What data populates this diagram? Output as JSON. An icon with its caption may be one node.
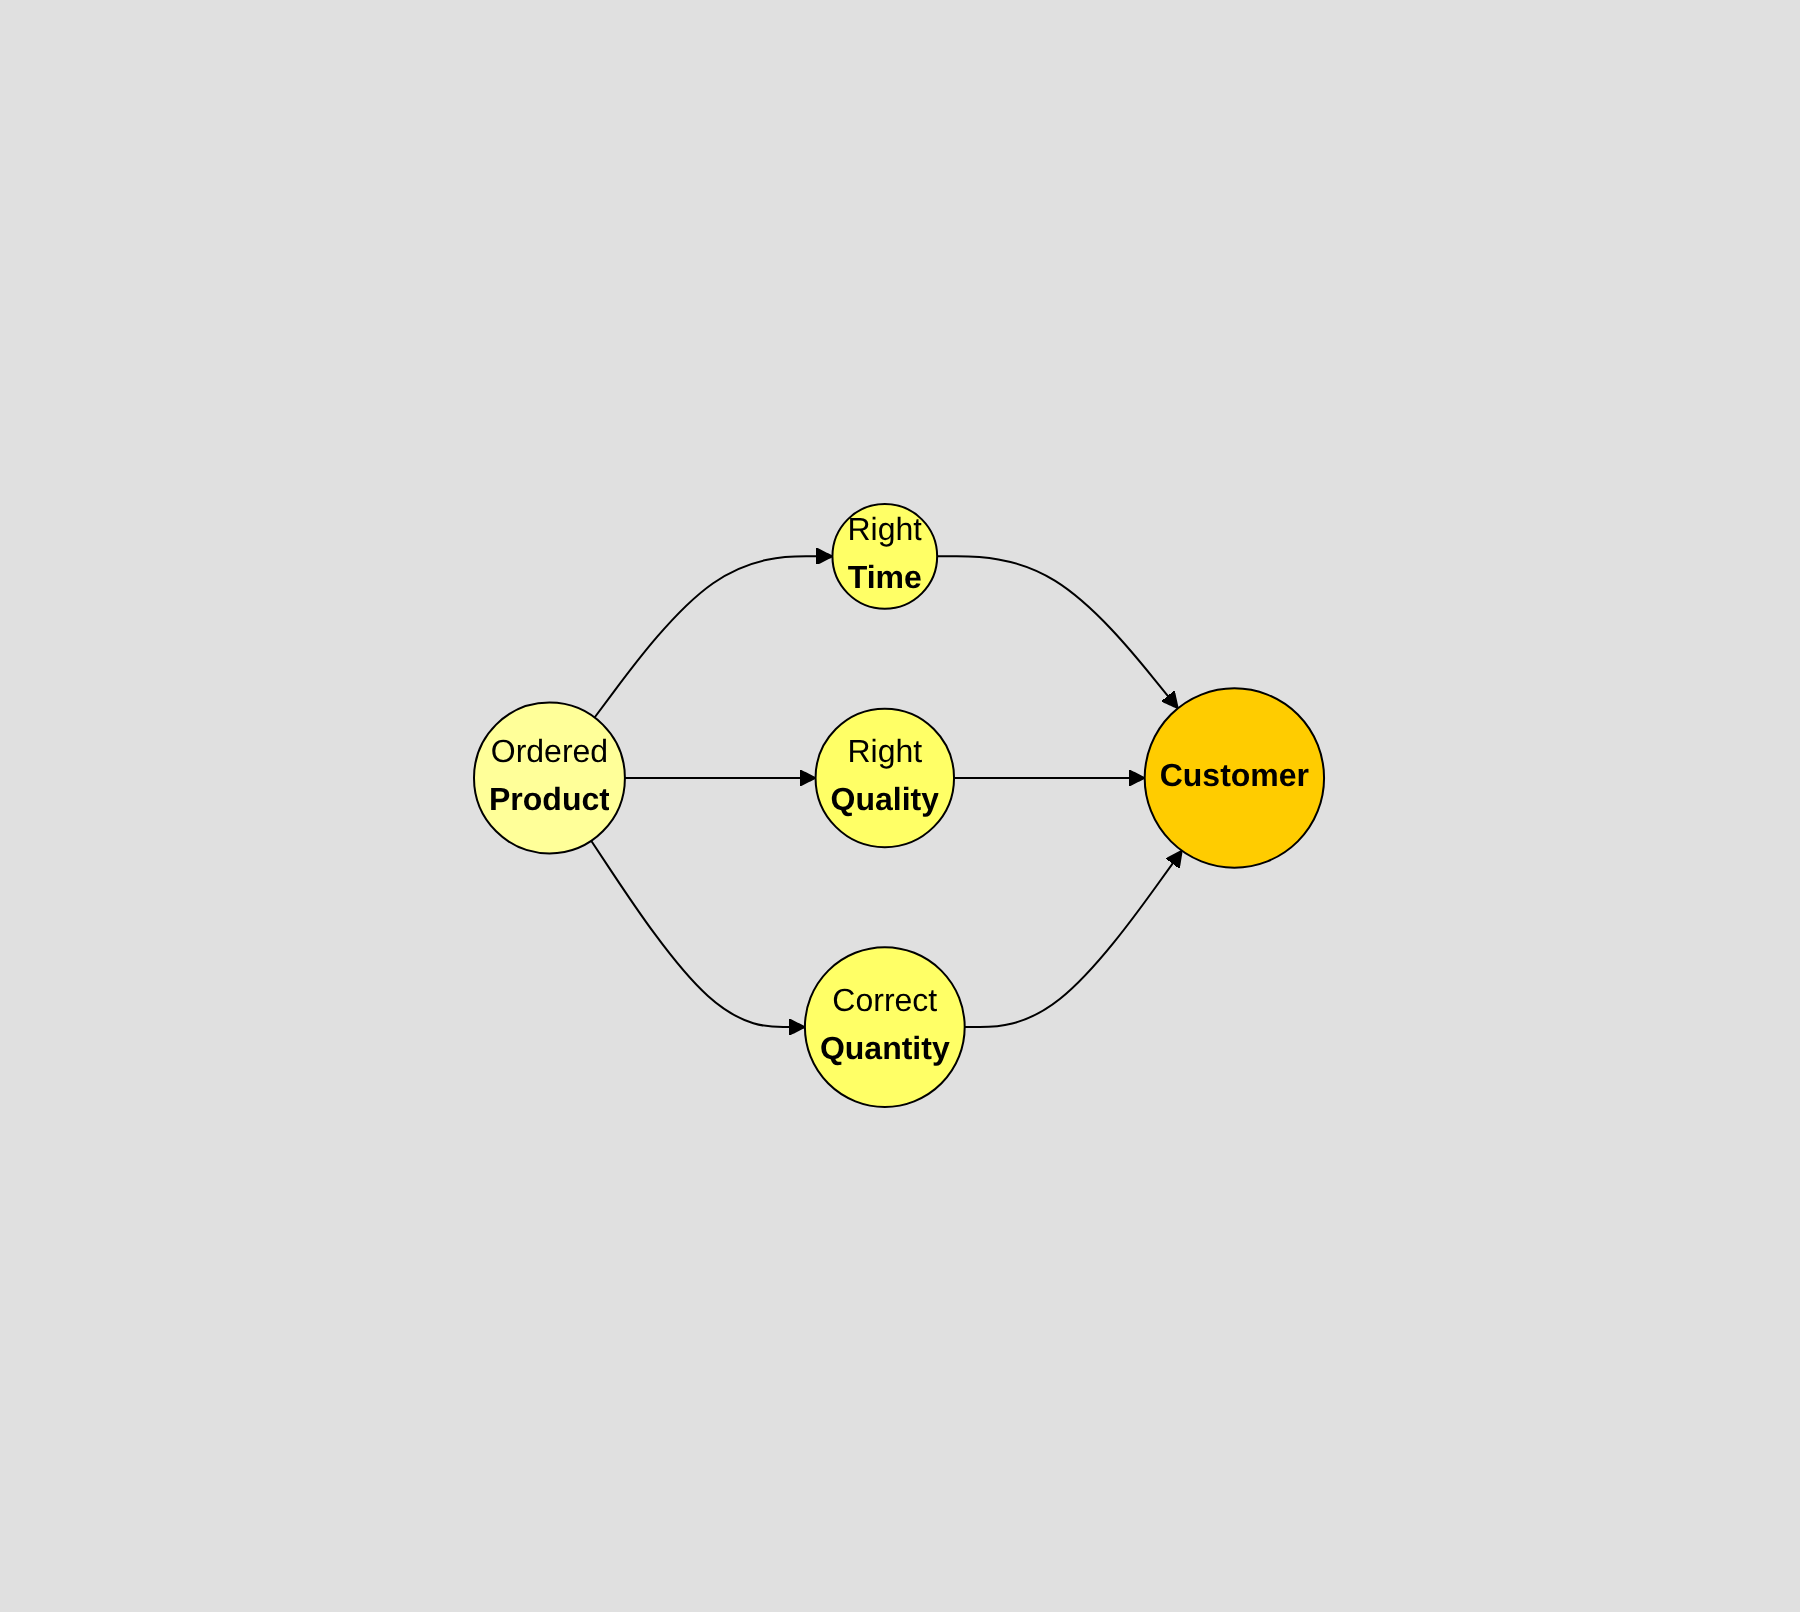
{
  "diagram": {
    "nodes": [
      {
        "text": [
          "Ordered",
          "Product"
        ]
      },
      {
        "text": [
          "Right",
          "Time"
        ]
      },
      {
        "text": [
          "Right",
          "Quality"
        ]
      },
      {
        "text": [
          "Correct",
          "Quantity"
        ]
      },
      {
        "text": [
          "Customer"
        ]
      }
    ],
    "edges": [
      {
        "from": 0,
        "to": 1,
        "arrow": "to"
      },
      {
        "from": 0,
        "to": 2,
        "arrow": "to"
      },
      {
        "from": 0,
        "to": 3,
        "arrow": "to"
      },
      {
        "from": 1,
        "to": 4,
        "arrow": "to"
      },
      {
        "from": 2,
        "to": 4,
        "arrow": "to"
      },
      {
        "from": 3,
        "to": 4,
        "arrow": "to"
      }
    ]
  }
}
